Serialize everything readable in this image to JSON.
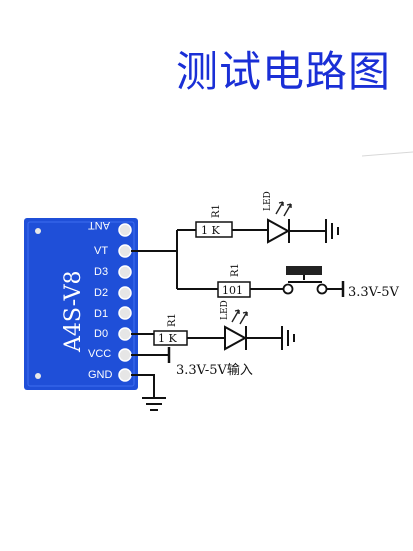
{
  "title": "测试电路图",
  "module": {
    "name": "A4S-V8",
    "pins": [
      "ANT",
      "VT",
      "D3",
      "D2",
      "D1",
      "D0",
      "VCC",
      "GND"
    ]
  },
  "components": {
    "r_top": {
      "ref": "R1",
      "value": "1 K"
    },
    "led_top": {
      "ref": "LED"
    },
    "r_mid": {
      "ref": "R1",
      "value": "101"
    },
    "r_bot": {
      "ref": "R1",
      "value": "1 K"
    },
    "led_bot": {
      "ref": "LED"
    }
  },
  "labels": {
    "switch_supply": "3.3V-5V",
    "power_input": "3.3V-5V输入"
  },
  "colors": {
    "title": "#1a2fd6",
    "board": "#1f4fd8",
    "wire": "#111111"
  }
}
